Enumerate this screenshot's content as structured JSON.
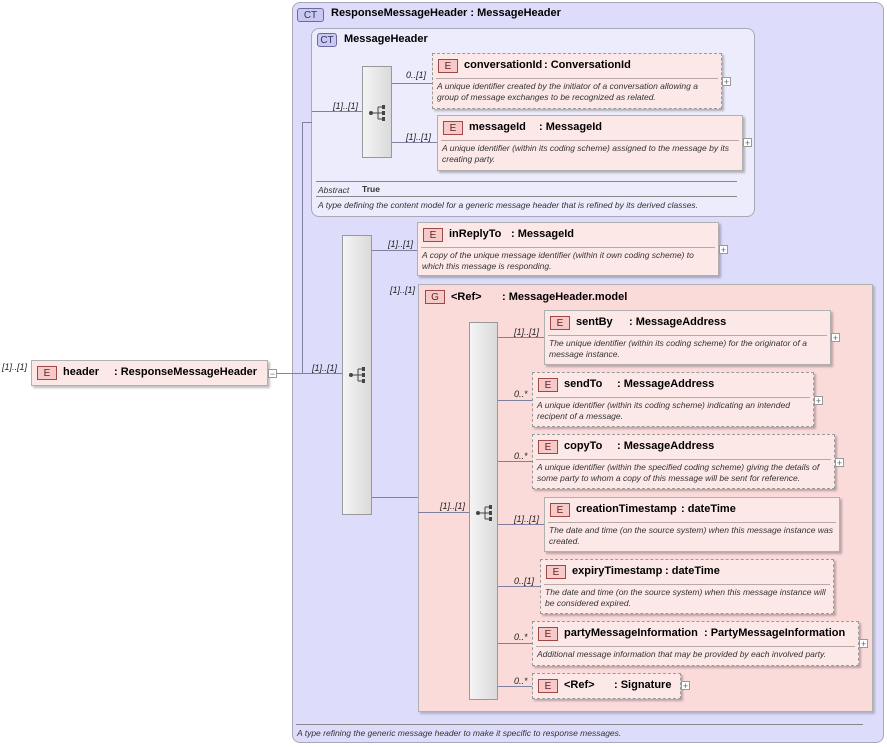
{
  "outer_type": {
    "badge": "CT",
    "title": "ResponseMessageHeader : MessageHeader",
    "doc": "A type refining the generic message header to make it specific to response messages."
  },
  "inner_type": {
    "badge": "CT",
    "title": "MessageHeader",
    "abstract_label": "Abstract",
    "abstract_value": "True",
    "doc": "A type defining the content model for a generic message header that is refined by its derived classes."
  },
  "root": {
    "badge": "E",
    "name": "header",
    "type": ": ResponseMessageHeader",
    "card": "[1]..[1]",
    "toggle": "−"
  },
  "cards": {
    "root_seq": "[1]..[1]",
    "inner_seq": "[1]..[1]",
    "group_seq": "[1]..[1]",
    "group": "[1]..[1]"
  },
  "elements": [
    {
      "badge": "E",
      "name": "conversationId",
      "type": ": ConversationId",
      "card": "0..[1]",
      "doc": "A unique identifier created by the initiator of a conversation allowing a group of message exchanges to be recognized as related.",
      "expand": "+"
    },
    {
      "badge": "E",
      "name": "messageId",
      "type": ": MessageId",
      "card": "[1]..[1]",
      "doc": "A unique identifier (within its coding scheme) assigned to the message by its creating party.",
      "expand": "+"
    },
    {
      "badge": "E",
      "name": "inReplyTo",
      "type": ": MessageId",
      "card": "[1]..[1]",
      "doc": "A copy of the unique message identifier (within it own coding scheme) to which this message is responding.",
      "expand": "+"
    },
    {
      "badge": "E",
      "name": "sentBy",
      "type": ": MessageAddress",
      "card": "[1]..[1]",
      "doc": "The unique identifier (within its coding scheme) for the originator of a message instance.",
      "expand": "+"
    },
    {
      "badge": "E",
      "name": "sendTo",
      "type": ": MessageAddress",
      "card": "0..*",
      "doc": "A unique identifier (within its coding scheme) indicating an intended recipent of a message.",
      "expand": "+"
    },
    {
      "badge": "E",
      "name": "copyTo",
      "type": ": MessageAddress",
      "card": "0..*",
      "doc": "A unique identifier (within the specified coding scheme) giving the details of some party to whom a copy of this message will be sent for reference.",
      "expand": "+"
    },
    {
      "badge": "E",
      "name": "creationTimestamp",
      "type": ": dateTime",
      "card": "[1]..[1]",
      "doc": "The date and time (on the source system) when this message instance was created.",
      "expand": ""
    },
    {
      "badge": "E",
      "name": "expiryTimestamp",
      "type": ": dateTime",
      "card": "0..[1]",
      "doc": "The date and time (on the source system) when this message instance will be considered expired.",
      "expand": ""
    },
    {
      "badge": "E",
      "name": "partyMessageInformation",
      "type": ": PartyMessageInformation",
      "card": "0..*",
      "doc": "Additional message information that may be provided by each involved party.",
      "expand": "+"
    },
    {
      "badge": "E",
      "name": "<Ref>",
      "type": ": Signature",
      "card": "0..*",
      "doc": "",
      "expand": "+"
    }
  ],
  "group": {
    "badge": "G",
    "name": "<Ref>",
    "type": ": MessageHeader.model"
  },
  "colors": {
    "type_bg": "#ddddfb",
    "element_bg": "#fde8e8",
    "group_bg": "#fbdada",
    "badge_border": "#a04848"
  }
}
